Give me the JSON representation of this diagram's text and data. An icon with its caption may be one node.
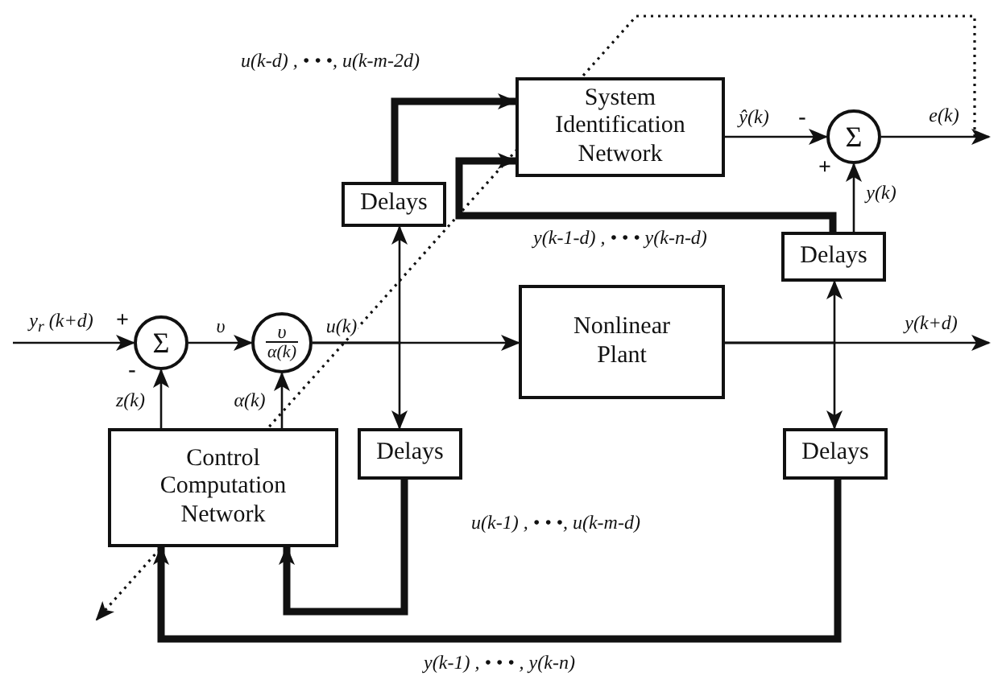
{
  "diagram": {
    "nodes": [
      {
        "text": [
          "Σ"
        ]
      },
      {
        "text": [
          "υ",
          "α(k)"
        ]
      },
      {
        "text": [
          "Nonlinear Plant"
        ]
      },
      {
        "text": [
          "System Identification Network"
        ]
      },
      {
        "text": [
          "Σ"
        ]
      },
      {
        "text": [
          "Delays"
        ]
      },
      {
        "text": [
          "Delays"
        ]
      },
      {
        "text": [
          "Delays"
        ]
      },
      {
        "text": [
          "Delays"
        ]
      },
      {
        "text": [
          "Control Computation Network"
        ]
      }
    ],
    "edges": [
      {
        "from": null,
        "to": 0,
        "arrow": "to",
        "label": "y$_{r}$ (k+d)"
      },
      {
        "from": 0,
        "to": 1,
        "arrow": "to",
        "label": "υ"
      },
      {
        "from": 1,
        "to": 2,
        "arrow": "to",
        "label": "u(k)"
      },
      {
        "from": 2,
        "to": null,
        "arrow": "to",
        "label": "y(k+d)"
      },
      {
        "from": 1,
        "to": 5,
        "arrow": "to"
      },
      {
        "from": 1,
        "to": 7,
        "arrow": "to"
      },
      {
        "from": 5,
        "to": 3,
        "arrow": "to",
        "label": "u(k-d) , • • •, u(k-m-2d)",
        "style": "thick"
      },
      {
        "from": 6,
        "to": 3,
        "arrow": "to",
        "label": "y(k-1-d) , • • • y(k-n-d)",
        "style": "thick"
      },
      {
        "from": 6,
        "to": 4,
        "arrow": "to",
        "label": "y(k)"
      },
      {
        "from": 3,
        "to": 4,
        "arrow": "to",
        "label": "ŷ(k)"
      },
      {
        "from": 4,
        "to": null,
        "arrow": "to",
        "label": "e(k)"
      },
      {
        "from": 2,
        "to": 6,
        "arrow": "to"
      },
      {
        "from": 2,
        "to": 8,
        "arrow": "to"
      },
      {
        "from": 9,
        "to": 0,
        "arrow": "to",
        "label": "z(k)"
      },
      {
        "from": 9,
        "to": 1,
        "arrow": "to",
        "label": "α(k)"
      },
      {
        "from": 7,
        "to": 9,
        "arrow": "to",
        "label": "u(k-1) , • • •, u(k-m-d)",
        "style": "thick"
      },
      {
        "from": 8,
        "to": 9,
        "arrow": "to",
        "label": "y(k-1) , • • • , y(k-n)",
        "style": "thick"
      }
    ],
    "labels": [
      "+",
      "-",
      "-",
      "+"
    ]
  }
}
